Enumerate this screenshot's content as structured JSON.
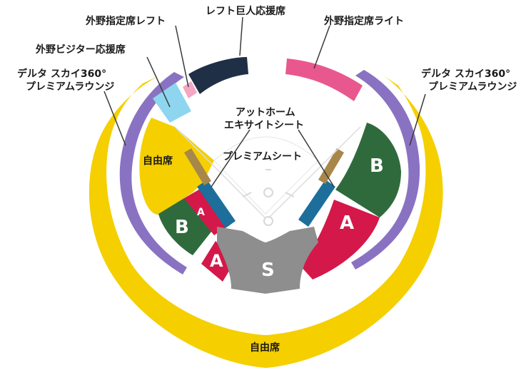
{
  "colors": {
    "jiyuseki": "#f5cf00",
    "premium_lounge": "#8a72c2",
    "section_b": "#2f6a3d",
    "section_a": "#d4184a",
    "section_s": "#8e8e8e",
    "premium_seat": "#1d6e9b",
    "excite_seat": "#a8874a",
    "left_cheer": "#1f2f45",
    "right_reserved": "#e8588f",
    "visitor_cheer": "#8ed5f0",
    "left_reserved": "#f5a6c2"
  },
  "labels": {
    "left_outfield_reserved": "外野指定席レフト",
    "left_giants_cheer": "レフト巨人応援席",
    "right_outfield_reserved": "外野指定席ライト",
    "visitor_cheer": "外野ビジター応援席",
    "delta_lounge_left_1": "デルタ スカイ360°",
    "delta_lounge_left_2": "プレミアムラウンジ",
    "delta_lounge_right_1": "デルタ スカイ360°",
    "delta_lounge_right_2": "プレミアムラウンジ",
    "excite_seat_1": "アットホーム",
    "excite_seat_2": "エキサイトシート",
    "premium_seat": "プレミアムシート",
    "jiyuseki_inner": "自由席",
    "jiyuseki_outer": "自由席"
  },
  "sections": {
    "b_left": "B",
    "a_left_small": "A",
    "a_left_bottom": "A",
    "s_center": "S",
    "a_right": "A",
    "b_right": "B"
  }
}
